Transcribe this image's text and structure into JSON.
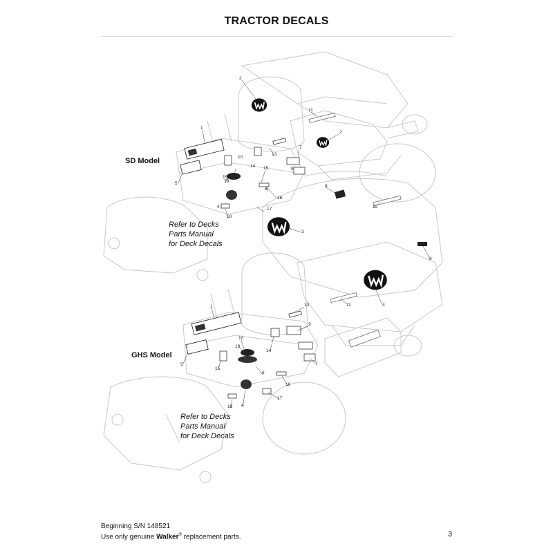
{
  "page": {
    "title": "TRACTOR DECALS",
    "page_number": "3"
  },
  "models": {
    "sd": {
      "label": "SD Model",
      "note": [
        "Refer to Decks",
        "Parts Manual",
        "for Deck Decals"
      ],
      "callouts": [
        "1",
        "2",
        "2",
        "3",
        "4",
        "5",
        "6",
        "7",
        "8",
        "8",
        "9",
        "10",
        "11",
        "12",
        "13",
        "14",
        "15",
        "15",
        "16",
        "17",
        "18",
        "19"
      ]
    },
    "ghs": {
      "label": "GHS Model",
      "note": [
        "Refer to Decks",
        "Parts Manual",
        "for Deck Decals"
      ],
      "callouts": [
        "1",
        "3",
        "4",
        "5",
        "6",
        "7",
        "9",
        "10",
        "11",
        "13",
        "14",
        "15",
        "16",
        "17",
        "18",
        "19"
      ]
    }
  },
  "footer": {
    "serial": "Beginning S/N 148521",
    "replacement_prefix": "Use only genuine ",
    "brand": "Walker",
    "reg": "®",
    "replacement_suffix": " replacement parts."
  },
  "colors": {
    "outline": "#c8c8c8",
    "ink": "#111111",
    "decal": "#1a1a1a"
  },
  "icons": [
    "walker-logo-icon"
  ]
}
